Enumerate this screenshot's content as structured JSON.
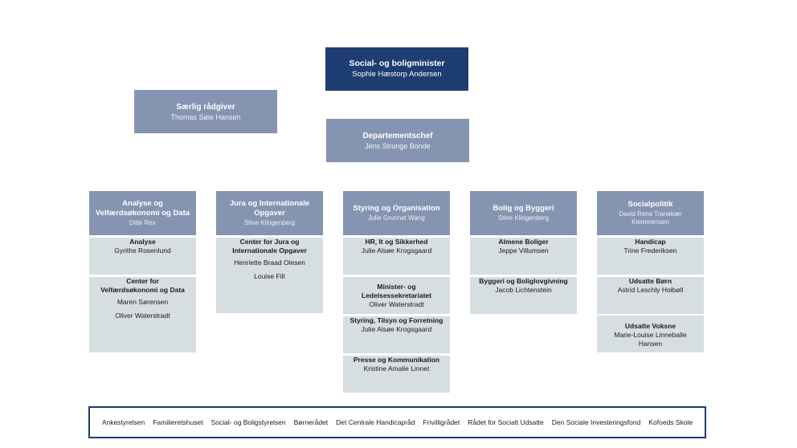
{
  "minister": {
    "title": "Social- og boligminister",
    "name": "Sophie Hæstorp Andersen"
  },
  "advisor": {
    "title": "Særlig rådgiver",
    "name": "Thomas Søie Hansen"
  },
  "head_of_department": {
    "title": "Departementschef",
    "name": "Jens Strunge Bonde"
  },
  "columns": [
    {
      "title": "Analyse og Velfærdsøkonomi og Data",
      "name": "Ditte Rex",
      "units": [
        {
          "title": "Analyse",
          "names": [
            "Gyrithe Rosenlund"
          ]
        },
        {
          "title": "Center for Velfærdsøkonomi og Data",
          "names": [
            "Maren Sørensen",
            "Oliver Waterstradt"
          ]
        }
      ]
    },
    {
      "title": "Jura og Internationale Opgaver",
      "name": "Stine Klingenberg",
      "units": [
        {
          "title": "Center for Jura og Internationale Opgaver",
          "names": [
            "Henriette Braad Olesen",
            "Louise Filt"
          ]
        }
      ]
    },
    {
      "title": "Styring og Organisation",
      "name": "Julie Grunnet Wang",
      "units": [
        {
          "title": "HR, It og Sikkerhed",
          "names": [
            "Julie Alsøe Krogsgaard"
          ]
        },
        {
          "title": "Minister- og Ledelsessekretariatet",
          "names": [
            "Oliver Waterstradt"
          ]
        },
        {
          "title": "Styring, Tilsyn og Forretning",
          "names": [
            "Julie Alsøe Krogsgaard"
          ]
        },
        {
          "title": "Presse og Kommunikation",
          "names": [
            "Kristine Amalie Linnet"
          ]
        }
      ]
    },
    {
      "title": "Bolig og Byggeri",
      "name": "Stine Klingenberg",
      "units": [
        {
          "title": "Almene Boliger",
          "names": [
            "Jeppe Villumsen"
          ]
        },
        {
          "title": "Byggeri og Boliglovgivning",
          "names": [
            "Jacob Lichtenstein"
          ]
        }
      ]
    },
    {
      "title": "Socialpolitik",
      "name": "David Rene Tranekær Klemmensen",
      "units": [
        {
          "title": "Handicap",
          "names": [
            "Trine Frederiksen"
          ]
        },
        {
          "title": "Udsatte Børn",
          "names": [
            "Astrid Leschly Holbøll"
          ]
        },
        {
          "title": "Udsatte Voksne",
          "names": [
            "Marie-Louise Linneballe Hansen"
          ]
        }
      ]
    }
  ],
  "agencies": [
    "Ankestyrelsen",
    "Familieretshuset",
    "Social- og Boligstyrelsen",
    "Børnerådet",
    "Det Centrale Handicapråd",
    "Frivilligrådet",
    "Rådet for Socialt Udsatte",
    "Den Sociale Investeringsfond",
    "Kofoeds Skole"
  ],
  "colors": {
    "dark_box": "#1e3d72",
    "mid_box": "#8594b1",
    "light_box": "#d6dee1",
    "footer_border": "#1e3d72"
  }
}
